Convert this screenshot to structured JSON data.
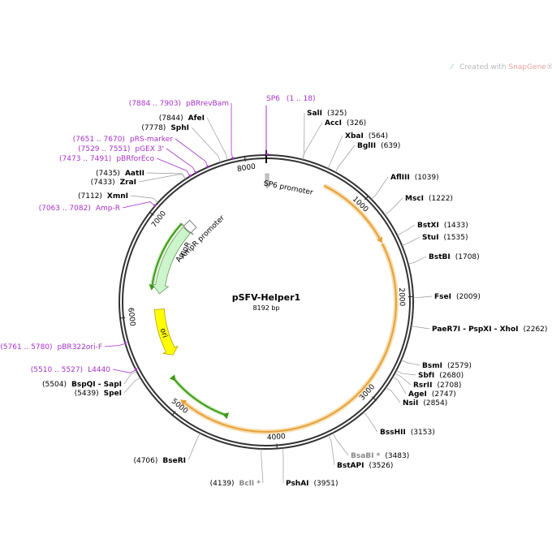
{
  "plasmid": {
    "name": "pSFV-Helper1",
    "size_label": "8192 bp",
    "length": 8192
  },
  "watermark": {
    "text_prefix": "Created with ",
    "brand": "SnapGene",
    "suffix": "®"
  },
  "ticks": [
    {
      "bp": 1000,
      "label": "1000"
    },
    {
      "bp": 2000,
      "label": "2000"
    },
    {
      "bp": 3000,
      "label": "3000"
    },
    {
      "bp": 4000,
      "label": "4000"
    },
    {
      "bp": 5000,
      "label": "5000"
    },
    {
      "bp": 6000,
      "label": "6000"
    },
    {
      "bp": 7000,
      "label": "7000"
    },
    {
      "bp": 8000,
      "label": "8000"
    }
  ],
  "sites": [
    {
      "name": "SalI",
      "pos": "(325)",
      "bp": 325,
      "side": "right"
    },
    {
      "name": "AccI",
      "pos": "(326)",
      "bp": 326,
      "side": "right"
    },
    {
      "name": "XbaI",
      "pos": "(564)",
      "bp": 564,
      "side": "right"
    },
    {
      "name": "BglII",
      "pos": "(639)",
      "bp": 639,
      "side": "right"
    },
    {
      "name": "AflIII",
      "pos": "(1039)",
      "bp": 1039,
      "side": "right"
    },
    {
      "name": "MscI",
      "pos": "(1222)",
      "bp": 1222,
      "side": "right"
    },
    {
      "name": "BstXI",
      "pos": "(1433)",
      "bp": 1433,
      "side": "right"
    },
    {
      "name": "StuI",
      "pos": "(1535)",
      "bp": 1535,
      "side": "right"
    },
    {
      "name": "BstBI",
      "pos": "(1708)",
      "bp": 1708,
      "side": "right"
    },
    {
      "name": "FseI",
      "pos": "(2009)",
      "bp": 2009,
      "side": "right"
    },
    {
      "name": "PaeR7I - PspXI - XhoI",
      "pos": "(2262)",
      "bp": 2262,
      "side": "right"
    },
    {
      "name": "BsmI",
      "pos": "(2579)",
      "bp": 2579,
      "side": "right"
    },
    {
      "name": "SbfI",
      "pos": "(2680)",
      "bp": 2680,
      "side": "right"
    },
    {
      "name": "RsrII",
      "pos": "(2708)",
      "bp": 2708,
      "side": "right"
    },
    {
      "name": "AgeI",
      "pos": "(2747)",
      "bp": 2747,
      "side": "right"
    },
    {
      "name": "NsiI",
      "pos": "(2854)",
      "bp": 2854,
      "side": "right"
    },
    {
      "name": "BssHII",
      "pos": "(3153)",
      "bp": 3153,
      "side": "right"
    },
    {
      "name": "BsaBI *",
      "pos": "(3483)",
      "bp": 3483,
      "side": "right",
      "grey": true
    },
    {
      "name": "BstAPI",
      "pos": "(3526)",
      "bp": 3526,
      "side": "right"
    },
    {
      "name": "PshAI",
      "pos": "(3951)",
      "bp": 3951,
      "side": "right"
    },
    {
      "name": "BclI *",
      "pos": "(4139)",
      "bp": 4139,
      "side": "left",
      "grey": true
    },
    {
      "name": "BseRI",
      "pos": "(4706)",
      "bp": 4706,
      "side": "left"
    },
    {
      "name": "SpeI",
      "pos": "(5439)",
      "bp": 5439,
      "side": "left"
    },
    {
      "name": "BspQI - SapI",
      "pos": "(5504)",
      "bp": 5504,
      "side": "left"
    },
    {
      "name": "XmnI",
      "pos": "(7112)",
      "bp": 7112,
      "side": "left"
    },
    {
      "name": "ZraI",
      "pos": "(7433)",
      "bp": 7433,
      "side": "left"
    },
    {
      "name": "AatII",
      "pos": "(7435)",
      "bp": 7435,
      "side": "left"
    },
    {
      "name": "SphI",
      "pos": "(7778)",
      "bp": 7778,
      "side": "left"
    },
    {
      "name": "AfeI",
      "pos": "(7844)",
      "bp": 7844,
      "side": "left"
    }
  ],
  "primers": [
    {
      "name": "SP6",
      "pos": "(1 .. 18)",
      "bp": 9
    },
    {
      "name": "pBRrevBam",
      "pos": "(7884 .. 7903)",
      "bp": 7893
    },
    {
      "name": "pRS-marker",
      "pos": "(7651 .. 7670)",
      "bp": 7660
    },
    {
      "name": "pGEX 3'",
      "pos": "(7529 .. 7551)",
      "bp": 7540
    },
    {
      "name": "pBRforEco",
      "pos": "(7473 .. 7491)",
      "bp": 7482
    },
    {
      "name": "Amp-R",
      "pos": "(7063 .. 7082)",
      "bp": 7072
    },
    {
      "name": "pBR322ori-F",
      "pos": "(5761 .. 5780)",
      "bp": 5770
    },
    {
      "name": "L4440",
      "pos": "(5510 .. 5527)",
      "bp": 5518
    }
  ],
  "features": [
    {
      "name": "SP6 promoter",
      "start": 1,
      "end": 19,
      "color": "#b0b0b0"
    },
    {
      "name": "AmpR promoter",
      "start": 7105,
      "end": 7210,
      "color": "#ffffff"
    },
    {
      "name": "AmpR",
      "start": 6243,
      "end": 7100,
      "color": "#ccf5cc"
    },
    {
      "name": "ori",
      "start": 5470,
      "end": 6055,
      "color": "#ffff00"
    }
  ],
  "arcs": {
    "orange_color": "#e8a03a",
    "green_color": "#3c9b14"
  }
}
